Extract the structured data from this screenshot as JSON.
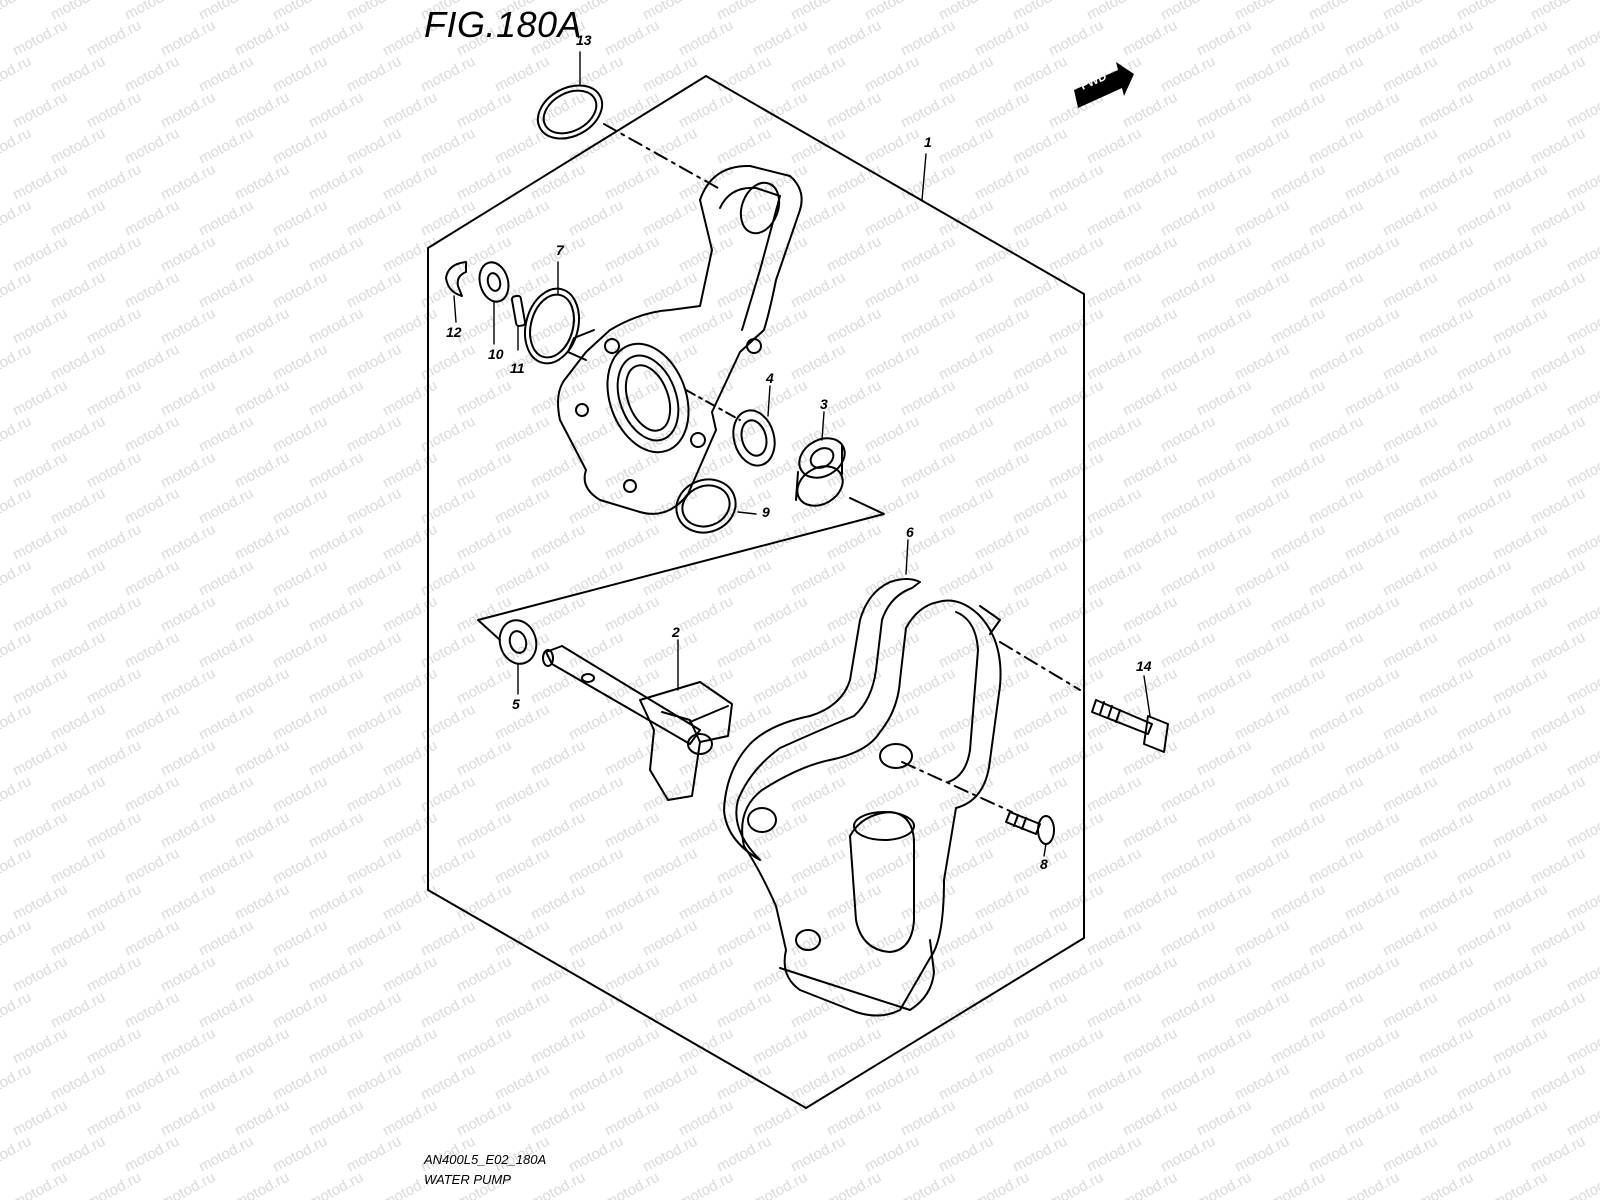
{
  "figure": {
    "title": "FIG.180A",
    "code": "AN400L5_E02_180A",
    "name": "WATER PUMP",
    "direction_badge": "FWD"
  },
  "watermark_text": "motod.ru",
  "callouts": [
    "1",
    "2",
    "3",
    "4",
    "5",
    "6",
    "7",
    "8",
    "9",
    "10",
    "11",
    "12",
    "13",
    "14"
  ],
  "colors": {
    "line": "#000000",
    "watermark": "#d9d9d9",
    "background": "#ffffff"
  }
}
